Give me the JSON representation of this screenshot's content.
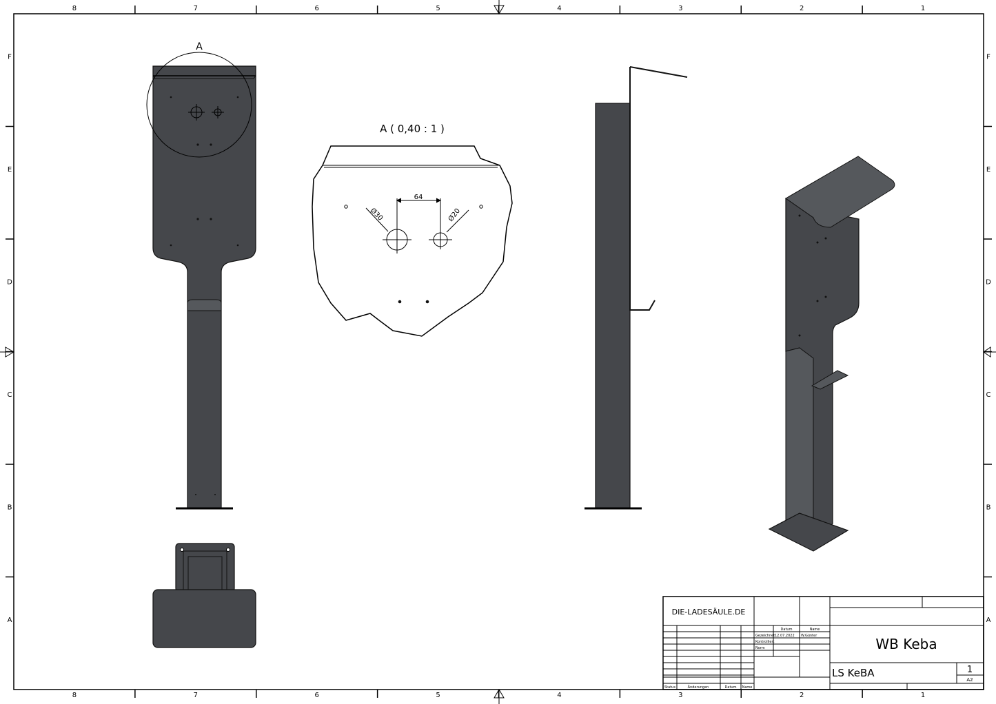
{
  "zones": {
    "columns": [
      "8",
      "7",
      "6",
      "5",
      "4",
      "3",
      "2",
      "1"
    ],
    "rows": [
      "F",
      "E",
      "D",
      "C",
      "B",
      "A"
    ]
  },
  "views": {
    "detail_marker": "A",
    "detail_title": "A ( 0,40 : 1 )",
    "dim_spacing": "64",
    "dim_hole_large": "Ø30",
    "dim_hole_small": "Ø20"
  },
  "title_block": {
    "company": "DIE-LADESÄULE.DE",
    "col_date": "Datum",
    "col_name": "Name",
    "row_drawn": "Gezeichnet",
    "row_checked": "Kontrolliert",
    "row_norm": "Norm",
    "drawn_date": "12.07.2022",
    "drawn_name": "W.Günter",
    "title": "WB Keba",
    "drawing_number": "LS KeBA",
    "sheet": "1",
    "format": "A2",
    "rev_status": "Status",
    "rev_changes": "Änderungen",
    "rev_date": "Datum",
    "rev_name": "Name"
  },
  "colors": {
    "part_fill": "#45474b"
  }
}
